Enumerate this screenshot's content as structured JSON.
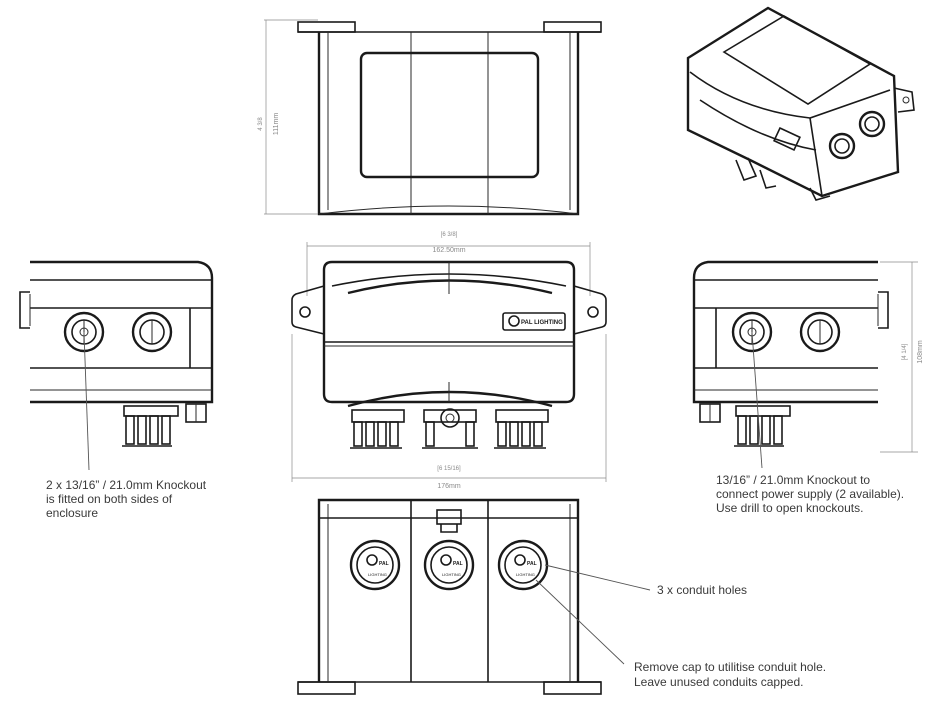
{
  "callouts": {
    "left_knockout": [
      "2 x 13/16” / 21.0mm Knockout",
      "is fitted on both sides of",
      "enclosure"
    ],
    "right_knockout": [
      "13/16” / 21.0mm Knockout to",
      "connect power supply (2 available).",
      "Use drill to open knockouts."
    ],
    "conduit_holes": "3 x conduit holes",
    "remove_cap": [
      "Remove cap to utilitise conduit hole.",
      "Leave unused conduits capped."
    ]
  },
  "dimensions": {
    "top_height": {
      "whole": "4",
      "num": "3",
      "den": "8",
      "metric": "111mm"
    },
    "front_width_top": {
      "whole": "6",
      "num": "3",
      "den": "8",
      "metric": "162.50mm"
    },
    "front_width_bottom": {
      "whole": "6",
      "num": "15",
      "den": "16",
      "metric": "176mm"
    },
    "side_height": {
      "whole": "4",
      "num": "1",
      "den": "4",
      "metric": "108mm"
    }
  },
  "branding": {
    "logo_text": "PAL LIGHTING",
    "cap_text": "PAL",
    "cap_subtext": "LIGHTING"
  }
}
